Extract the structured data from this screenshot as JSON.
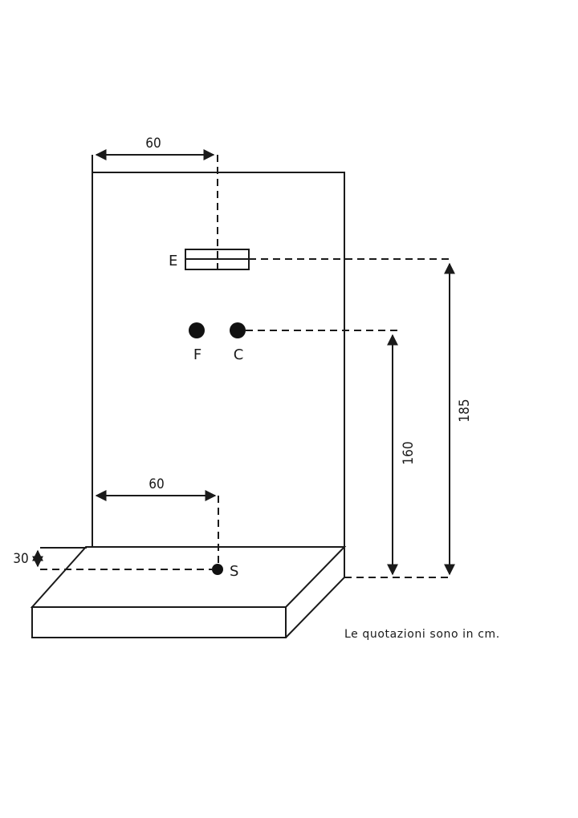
{
  "dimensions": {
    "top_offset": "60",
    "bottom_offset": "60",
    "drain_height": "30",
    "tap_height": "160",
    "outlet_height": "185"
  },
  "points": {
    "outlet": "E",
    "cold": "F",
    "hot": "C",
    "drain": "S"
  },
  "note": "Le quotazioni sono in cm."
}
